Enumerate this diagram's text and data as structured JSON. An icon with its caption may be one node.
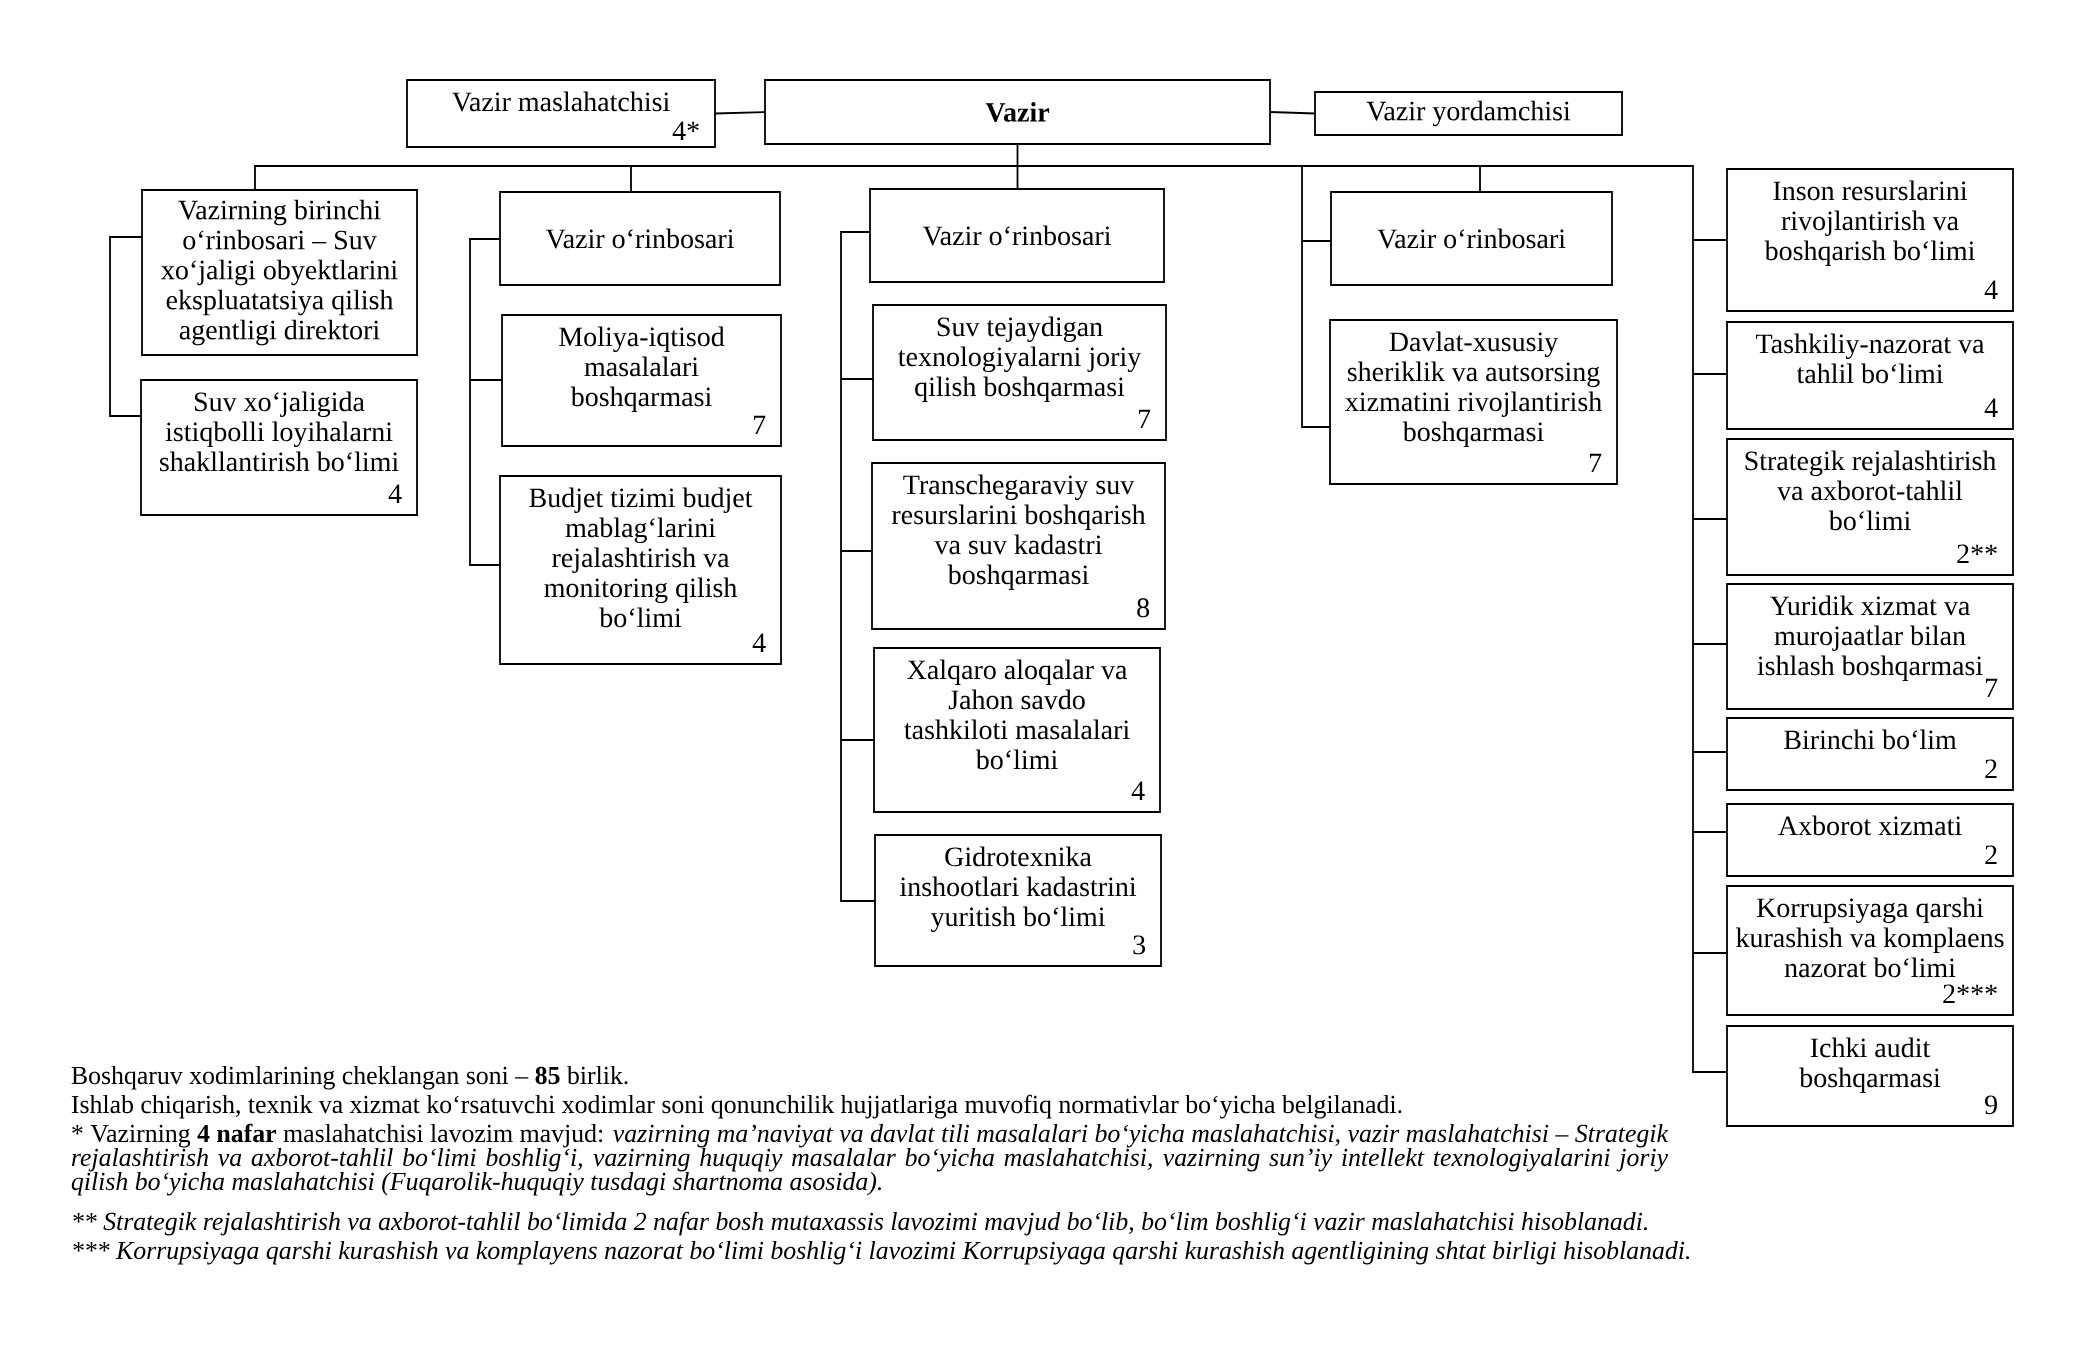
{
  "diagram": {
    "nodes": [
      {
        "text": [
          "Vazir maslahatchisi",
          "4*"
        ]
      },
      {
        "text": [
          "Vazir"
        ]
      },
      {
        "text": [
          "Vazir yordamchisi"
        ]
      },
      {
        "text": [
          "Vazirning birinchi o‘rinbosari – Suv xo‘jaligi obyektlarini ekspluatatsiya qilish agentligi direktori"
        ]
      },
      {
        "text": [
          "Suv xo‘jaligida istiqbolli loyihalarni shakllantirish bo‘limi",
          "4"
        ]
      },
      {
        "text": [
          "Vazir o‘rinbosari"
        ]
      },
      {
        "text": [
          "Moliya-iqtisod masalalari boshqarmasi",
          "7"
        ]
      },
      {
        "text": [
          "Budjet tizimi budjet mablag‘larini rejalashtirish va monitoring qilish bo‘limi",
          "4"
        ]
      },
      {
        "text": [
          "Vazir o‘rinbosari"
        ]
      },
      {
        "text": [
          "Suv tejaydigan texnologiyalarni joriy qilish boshqarmasi",
          "7"
        ]
      },
      {
        "text": [
          "Transchegaraviy suv resurslarini boshqarish va suv kadastri boshqarmasi",
          "8"
        ]
      },
      {
        "text": [
          "Xalqaro aloqalar va Jahon savdo tashkiloti masalalari bo‘limi",
          "4"
        ]
      },
      {
        "text": [
          "Gidrotexnika inshootlari kadastrini yuritish bo‘limi",
          "3"
        ]
      },
      {
        "text": [
          "Vazir o‘rinbosari"
        ]
      },
      {
        "text": [
          "Davlat-xususiy sheriklik va autsorsing xizmatini rivojlantirish boshqarmasi",
          "7"
        ]
      },
      {
        "text": [
          "Inson resurslarini rivojlantirish va boshqarish bo‘limi",
          "4"
        ]
      },
      {
        "text": [
          "Tashkiliy-nazorat va tahlil bo‘limi",
          "4"
        ]
      },
      {
        "text": [
          "Strategik rejalashtirish va axborot-tahlil bo‘limi",
          "2**"
        ]
      },
      {
        "text": [
          "Yuridik xizmat va murojaatlar bilan ishlash boshqarmasi",
          "7"
        ]
      },
      {
        "text": [
          "Birinchi bo‘lim",
          "2"
        ]
      },
      {
        "text": [
          "Axborot xizmati",
          "2"
        ]
      },
      {
        "text": [
          "Korrupsiyaga qarshi kurashish va komplaens nazorat bo‘limi",
          "2***"
        ]
      },
      {
        "text": [
          "Ichki audit boshqarmasi",
          "9"
        ]
      }
    ],
    "edges": [
      {
        "from": 1,
        "to": 0,
        "arrow": "none"
      },
      {
        "from": 1,
        "to": 2,
        "arrow": "none"
      },
      {
        "from": 1,
        "to": 3,
        "arrow": "none"
      },
      {
        "from": 3,
        "to": 4,
        "arrow": "none"
      },
      {
        "from": 1,
        "to": 5,
        "arrow": "none"
      },
      {
        "from": 5,
        "to": 6,
        "arrow": "none"
      },
      {
        "from": 5,
        "to": 7,
        "arrow": "none"
      },
      {
        "from": 1,
        "to": 8,
        "arrow": "none"
      },
      {
        "from": 8,
        "to": 9,
        "arrow": "none"
      },
      {
        "from": 8,
        "to": 10,
        "arrow": "none"
      },
      {
        "from": 8,
        "to": 11,
        "arrow": "none"
      },
      {
        "from": 8,
        "to": 12,
        "arrow": "none"
      },
      {
        "from": 1,
        "to": 13,
        "arrow": "none"
      },
      {
        "from": 13,
        "to": 14,
        "arrow": "none"
      },
      {
        "from": 1,
        "to": 15,
        "arrow": "none"
      },
      {
        "from": 1,
        "to": 16,
        "arrow": "none"
      },
      {
        "from": 1,
        "to": 17,
        "arrow": "none"
      },
      {
        "from": 1,
        "to": 18,
        "arrow": "none"
      },
      {
        "from": 1,
        "to": 19,
        "arrow": "none"
      },
      {
        "from": 1,
        "to": 20,
        "arrow": "none"
      },
      {
        "from": 1,
        "to": 21,
        "arrow": "none"
      },
      {
        "from": 1,
        "to": 22,
        "arrow": "none"
      }
    ],
    "labels": [
      "Boshqaruv xodimlarining cheklangan soni – **85** birlik.",
      "Ishlab chiqarish, texnik va xizmat ko‘rsatuvchi xodimlar soni qonunchilik hujjatlariga muvofiq normativlar bo‘yicha belgilanadi.",
      "* Vazirning **4 nafar** maslahatchisi lavozim mavjud: *vazirning ma’naviyat va davlat tili masalalari bo‘yicha maslahatchisi, vazir maslahatchisi – Strategik rejalashtirish va axborot-tahlil bo‘limi boshlig‘i, vazirning huquqiy masalalar bo‘yicha maslahatchisi, vazirning sun’iy intellekt texnologiyalarini joriy qilish bo‘yicha maslahatchisi (Fuqarolik-huquqiy tusdagi shartnoma asosida).*",
      "** Strategik rejalashtirish va axborot-tahlil bo‘limida 2 nafar bosh mutaxassis lavozimi mavjud bo‘lib, bo‘lim boshlig‘i vazir maslahatchisi hisoblanadi.",
      "*** Korrupsiyaga qarshi kurashish va komplayens nazorat bo‘limi boshlig‘i lavozimi Korrupsiyaga qarshi kurashish agentligining shtat birligi hisoblanadi."
    ]
  }
}
